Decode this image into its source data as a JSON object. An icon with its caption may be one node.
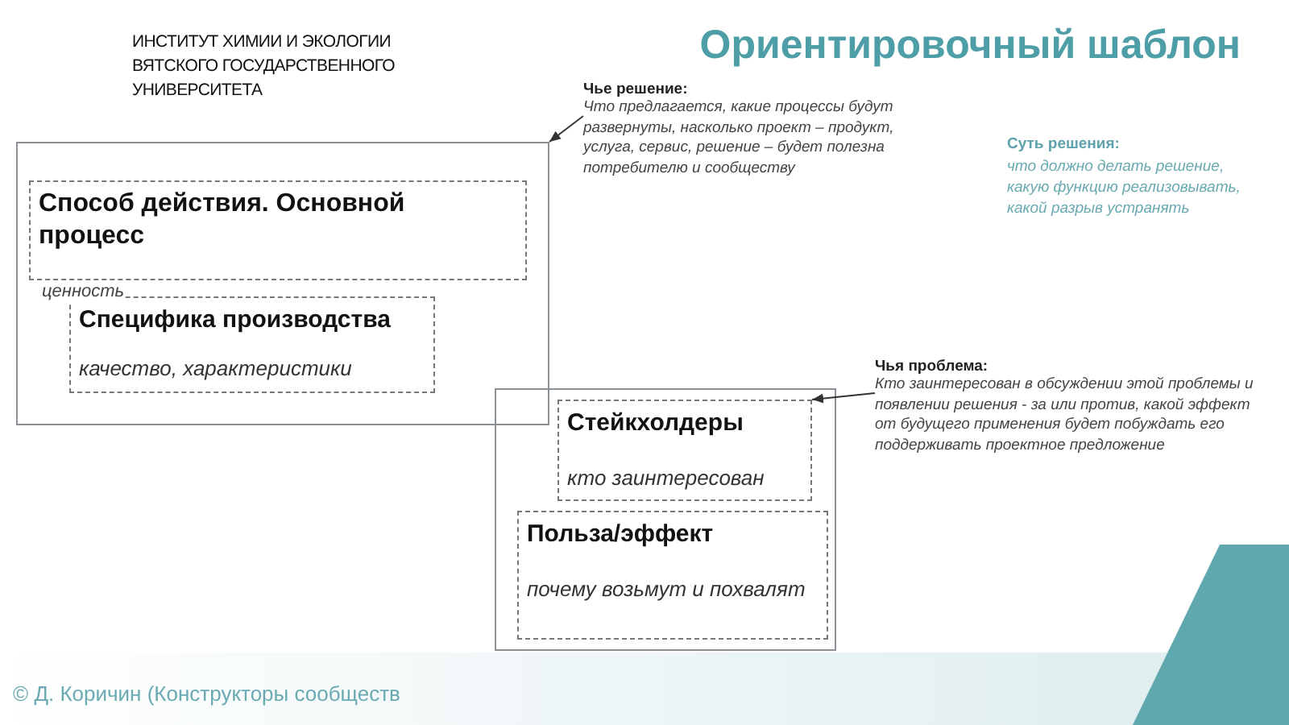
{
  "diagram": {
    "title": "Ориентировочный шаблон",
    "nodes": [
      {
        "text": [],
        "shape": "box"
      },
      {
        "text": [
          "Способ действия. Основной процесс"
        ],
        "in": 0
      },
      {
        "text": [
          "Специфика производства",
          "качество, характеристики"
        ],
        "in": 0
      },
      {
        "text": [],
        "shape": "box"
      },
      {
        "text": [
          "Стейкхолдеры",
          "кто заинтересован"
        ],
        "in": 3
      },
      {
        "text": [
          "Польза/эффект",
          "почему возьмут и похвалят"
        ],
        "in": 3
      },
      {
        "text": [
          "Чье решение:",
          "Что предлагается, какие процессы будут развернуты, насколько проект – продукт, услуга, сервис, решение – будет полезна потребителю и сообществу"
        ]
      },
      {
        "text": [
          "Чья проблема:",
          "Кто заинтересован в обсуждении этой проблемы и появлении решения - за или против, какой эффект от будущего применения будет побуждать его поддерживать проектное предложение"
        ]
      }
    ],
    "edges": [
      {
        "from": 6,
        "to": 0,
        "arrow": "to"
      },
      {
        "from": 7,
        "to": 4,
        "arrow": "to"
      }
    ],
    "labels": [
      "ИНСТИТУТ ХИМИИ И ЭКОЛОГИИ ВЯТСКОГО ГОСУДАРСТВЕННОГО УНИВЕРСИТЕТА",
      "Суть решения:",
      "что должно делать решение, какую функцию реализовывать, какой разрыв устранять",
      "ценность",
      "© Д. Коричин (Конструкторы сообществ"
    ]
  }
}
